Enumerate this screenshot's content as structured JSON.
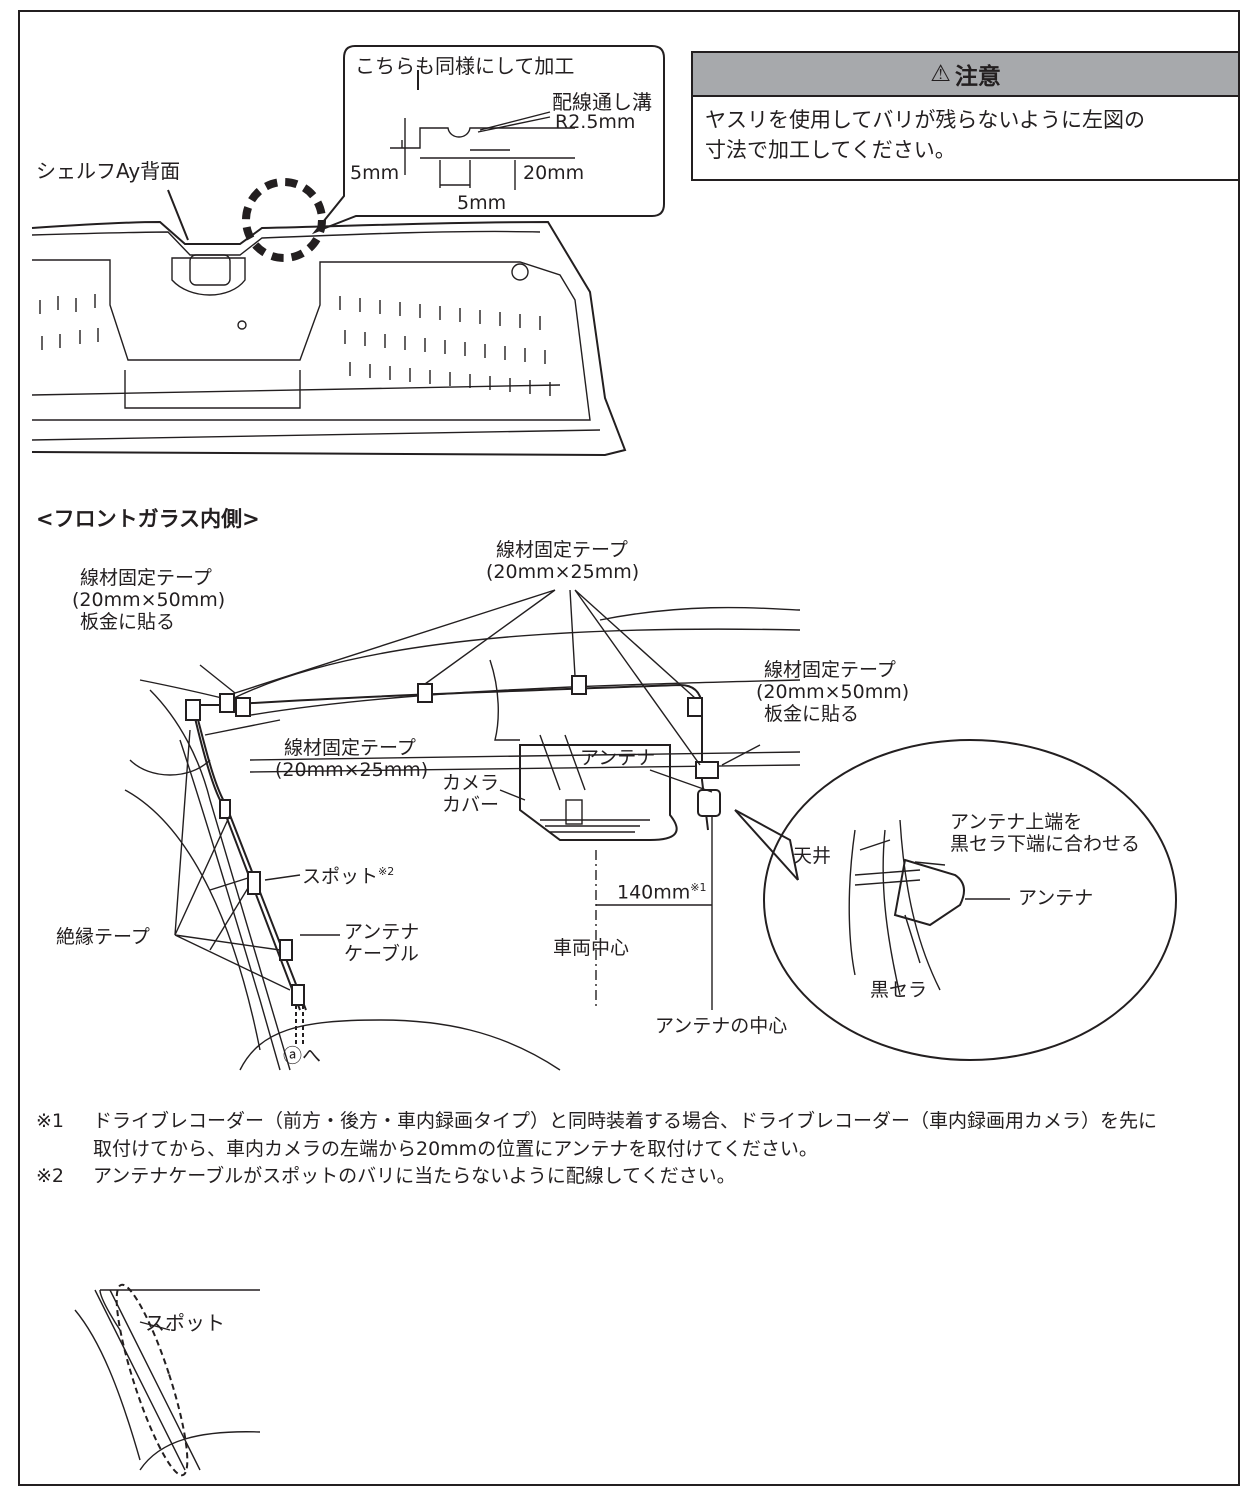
{
  "caution": {
    "title": "注意",
    "body": "ヤスリを使用してバリが残らないように左図の\n寸法で加工してください。"
  },
  "top_figure": {
    "callout": "こちらも同様にして加工",
    "groove_label": "配線通し溝",
    "radius": "R2.5mm",
    "dim_5mm_a": "5mm",
    "dim_20mm": "20mm",
    "dim_5mm_b": "5mm",
    "shelf_label": "シェルフAy背面"
  },
  "section_title": "<フロントガラス内側>",
  "windshield_figure": {
    "tape_top_label": "線材固定テープ",
    "tape_top_size": "(20mm×25mm)",
    "tape_left_label": "線材固定テープ",
    "tape_left_size": "(20mm×50mm)",
    "tape_left_note": "板金に貼る",
    "tape_right_label": "線材固定テープ",
    "tape_right_size": "(20mm×50mm)",
    "tape_right_note": "板金に貼る",
    "tape_mid_label": "線材固定テープ",
    "tape_mid_size": "(20mm×25mm)",
    "antenna_label": "アンテナ",
    "camera_cover_1": "カメラ",
    "camera_cover_2": "カバー",
    "spot_label": "スポット",
    "spot_ref": "※2",
    "insulation_tape": "絶縁テープ",
    "antenna_cable_1": "アンテナ",
    "antenna_cable_2": "ケーブル",
    "dim_140": "140mm",
    "dim_140_ref": "※1",
    "vehicle_center": "車両中心",
    "antenna_center": "アンテナの中心",
    "to_a": "ⓐへ"
  },
  "detail_bubble": {
    "ceiling": "天井",
    "align_1": "アンテナ上端を",
    "align_2": "黒セラ下端に合わせる",
    "antenna": "アンテナ",
    "black_ceramic": "黒セラ"
  },
  "notes": [
    {
      "mark": "※1",
      "text": "ドライブレコーダー（前方・後方・車内録画タイプ）と同時装着する場合、ドライブレコーダー（車内録画用カメラ）を先に\n取付けてから、車内カメラの左端から20mmの位置にアンテナを取付けてください。"
    },
    {
      "mark": "※2",
      "text": "アンテナケーブルがスポットのバリに当たらないように配線してください。"
    }
  ],
  "spot_figure": {
    "spot_label": "スポット"
  }
}
